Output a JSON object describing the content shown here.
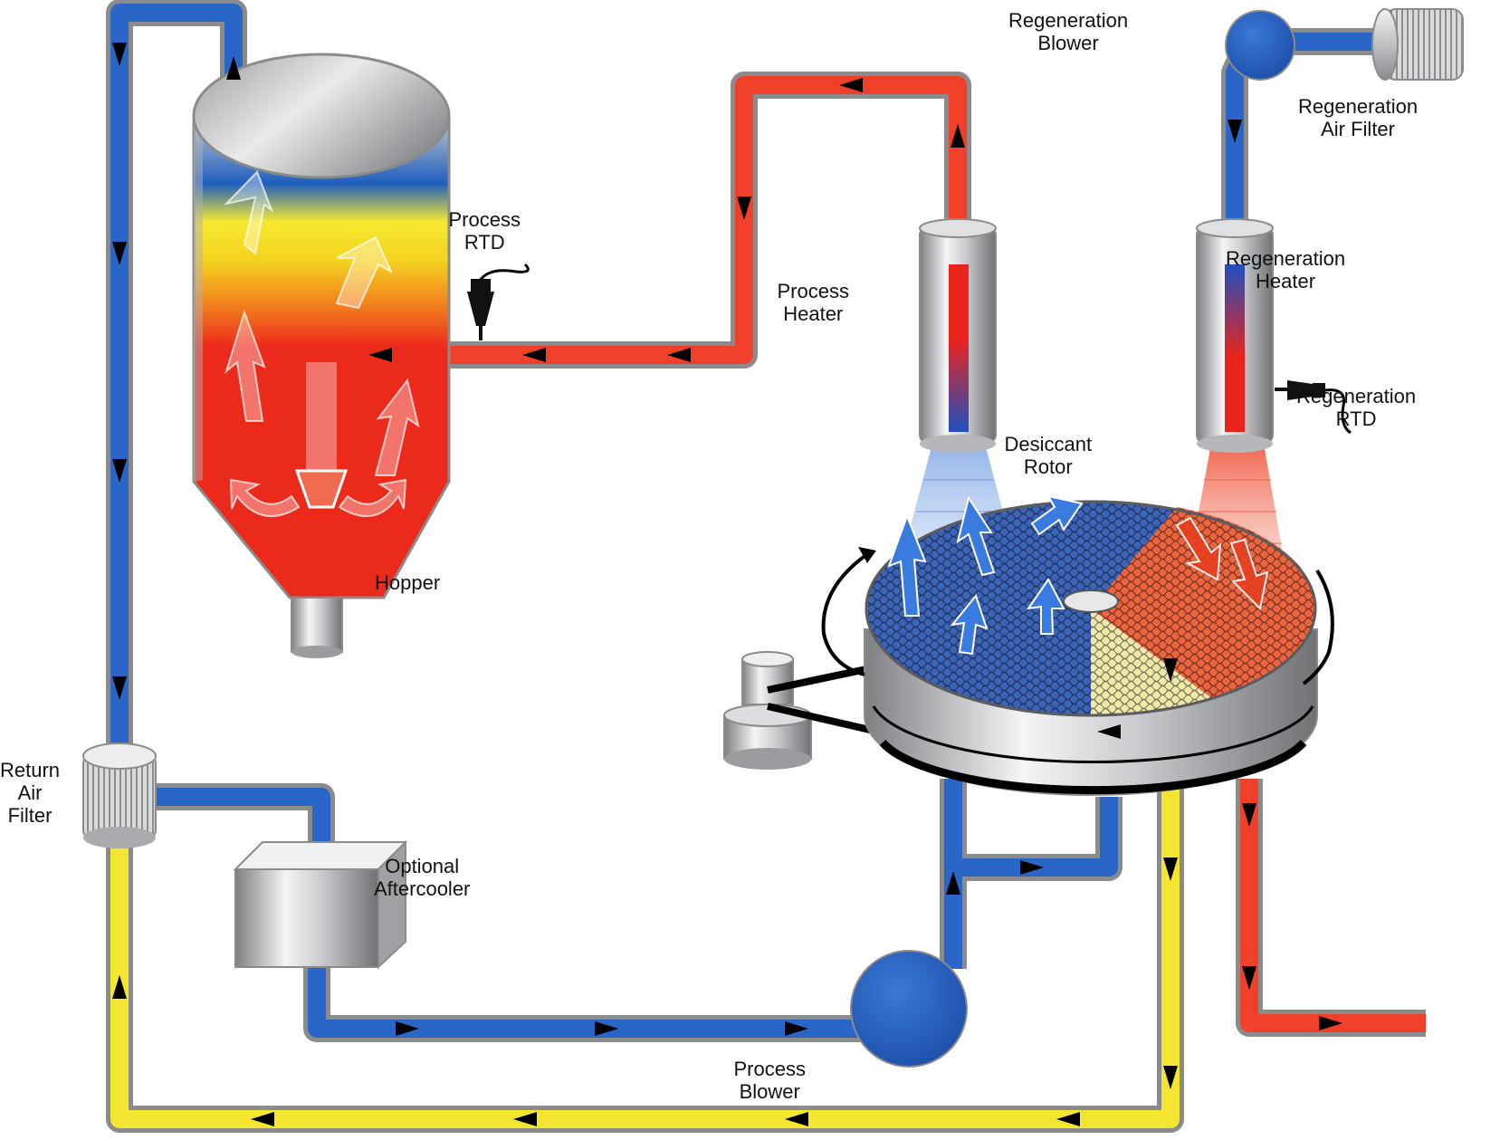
{
  "colors": {
    "return_air": "#2a66c8",
    "hot_process_air": "#f0402a",
    "cooling_air": "#f4e630",
    "regeneration_exhaust": "#f0402a",
    "outline": "#8b8b8b",
    "arrow": "#000000"
  },
  "labels": {
    "regeneration_blower": [
      "Regeneration",
      "Blower"
    ],
    "regeneration_air_filter": [
      "Regeneration",
      "Air Filter"
    ],
    "process_rtd": [
      "Process",
      "RTD"
    ],
    "process_heater": [
      "Process",
      "Heater"
    ],
    "regeneration_heater": [
      "Regeneration",
      "Heater"
    ],
    "regeneration_rtd": [
      "Regeneration",
      "RTD"
    ],
    "desiccant_rotor": [
      "Desiccant",
      "Rotor"
    ],
    "hopper": [
      "Hopper"
    ],
    "return_air_filter": [
      "Return",
      "Air",
      "Filter"
    ],
    "optional_aftercooler": [
      "Optional",
      "Aftercooler"
    ],
    "process_blower": [
      "Process",
      "Blower"
    ]
  },
  "icons": [
    "hopper-icon",
    "process-heater-icon",
    "regeneration-heater-icon",
    "regeneration-blower-icon",
    "regeneration-air-filter-icon",
    "return-air-filter-icon",
    "aftercooler-icon",
    "process-blower-icon",
    "desiccant-rotor-icon",
    "drive-motor-icon",
    "rtd-probe-icon"
  ]
}
